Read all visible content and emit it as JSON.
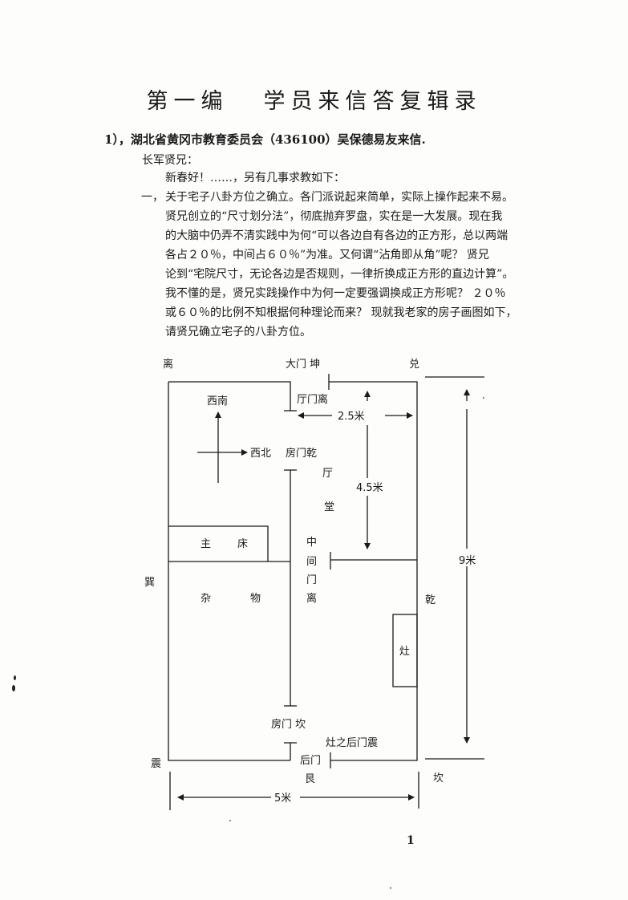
{
  "title": {
    "part1": "第一编",
    "part2": "学员来信答复辑录"
  },
  "letter": {
    "heading": "1），湖北省黄冈市教育委员会（436100）吴保德易友来信.",
    "salutation": "长军贤兄：",
    "greeting": "新春好！……，另有几事求教如下：",
    "item_number": "一，",
    "lines": [
      "关于宅子八卦方位之确立。各门派说起来简单，实际上操作起来不易。",
      "贤兄创立的“尺寸划分法”，彻底抛弃罗盘，实在是一大发展。现在我",
      "的大脑中仍弄不清实践中为何“可以各边自有各边的正方形，总以两端",
      "各占２０％，中间占６０％”为准。又何谓“沾角即从角”呢？ 贤兄",
      "论到“宅院尺寸，无论各边是否规则，一律折换成正方形的直边计算”。",
      "我不懂的是，贤兄实践操作中为何一定要强调换成正方形呢？ ２０％",
      "或６０％的比例不知根据何种理论而来？ 现就我老家的房子画图如下，",
      "请贤兄确立宅子的八卦方位。"
    ]
  },
  "diagram": {
    "dir_li": "离",
    "dir_xun": "巽",
    "dir_zhen": "震",
    "dir_dui": "兑",
    "dir_qian": "乾",
    "dir_kan": "坎",
    "main_gate": "大门 坤",
    "southwest": "西南",
    "northwest": "西北",
    "hall_door": "厅门离",
    "room_door_qian": "房门乾",
    "width_top": "2.5米",
    "hall_1": "厅",
    "hall_2": "堂",
    "length_hall": "4.5米",
    "bed_1": "主",
    "bed_2": "床",
    "middle_door": [
      "中",
      "间",
      "门",
      "离"
    ],
    "storage_1": "杂",
    "storage_2": "物",
    "stove": "灶",
    "total_length": "9米",
    "room_door_kan": "房门 坎",
    "stove_back_door": "灶之后门震",
    "back_door": "后门",
    "back_door_gen": "艮",
    "total_width": "5米"
  },
  "page_number": "1"
}
